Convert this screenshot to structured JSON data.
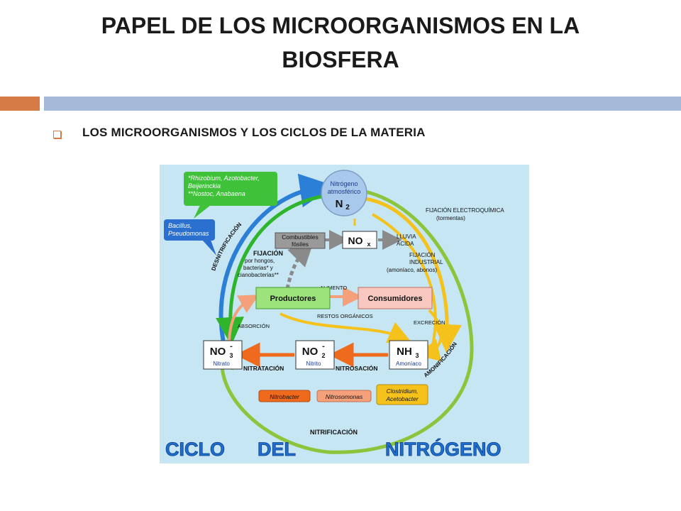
{
  "slide": {
    "title_line1": "PAPEL DE LOS MICROORGANISMOS EN LA",
    "title_line2": "BIOSFERA",
    "bullet_text": "LOS MICROORGANISMOS Y LOS CICLOS DE LA MATERIA",
    "accent_colors": {
      "orange": "#d67a46",
      "blue_bar": "#a5b9d8"
    }
  },
  "diagram": {
    "background": "#c6e6f4",
    "nitrogen_node": {
      "label1": "Nitrógeno",
      "label2": "atmosférico",
      "formula": "N",
      "subscript": "2"
    },
    "fixers_callout": {
      "line1": "*Rhizobium, Azotobacter,",
      "line2": "Beijerinckia",
      "line3": "**Nostoc, Anabaena"
    },
    "denitrifiers_callout": {
      "line1": "Bacillus,",
      "line2": "Pseudomonas"
    },
    "combustibles": {
      "line1": "Combustibles",
      "line2": "fósiles"
    },
    "nox": {
      "formula": "NO",
      "subscript": "x"
    },
    "lluvia": {
      "line1": "LLUVIA",
      "line2": "ÁCIDA"
    },
    "fijacion_electro": {
      "line1": "FIJACIÓN ELECTROQUÍMICA",
      "line2": "(tormentas)"
    },
    "fijacion_industrial": {
      "line1": "FIJACIÓN",
      "line2": "INDUSTRIAL",
      "line3": "(amoníaco, abonos)"
    },
    "fijacion_bio": {
      "title": "FIJACIÓN",
      "line1": "por hongos,",
      "line2": "bacterias* y",
      "line3": "cianobacterias**"
    },
    "desnitrificacion": "DESNITRIFICACIÓN",
    "amonificacion": "AMONIFICACIÓN",
    "nitrificacion": "NITRIFICACIÓN",
    "alimento": "ALIMENTO",
    "productores": "Productores",
    "consumidores": "Consumidores",
    "restos": "RESTOS ORGÁNICOS",
    "absorcion": "ABSORCIÓN",
    "excrecion": "EXCRECIÓN",
    "nitrato": {
      "formula": "NO",
      "subscript": "3",
      "superscript": "-",
      "name": "Nitrato"
    },
    "nitrito": {
      "formula": "NO",
      "subscript": "2",
      "superscript": "-",
      "name": "Nitrito"
    },
    "amoniaco": {
      "formula": "NH",
      "subscript": "3",
      "name": "Amoníaco"
    },
    "nitratacion": "NITRATACIÓN",
    "nitrosacion": "NITROSACIÓN",
    "nitrobacter": "Nitrobacter",
    "nitrosomonas": "Nitrosomonas",
    "clostridium": {
      "line1": "Clostridium,",
      "line2": "Acetobacter"
    },
    "footer": {
      "word1": "CICLO",
      "word2": "DEL",
      "word3": "NITRÓGENO"
    }
  }
}
